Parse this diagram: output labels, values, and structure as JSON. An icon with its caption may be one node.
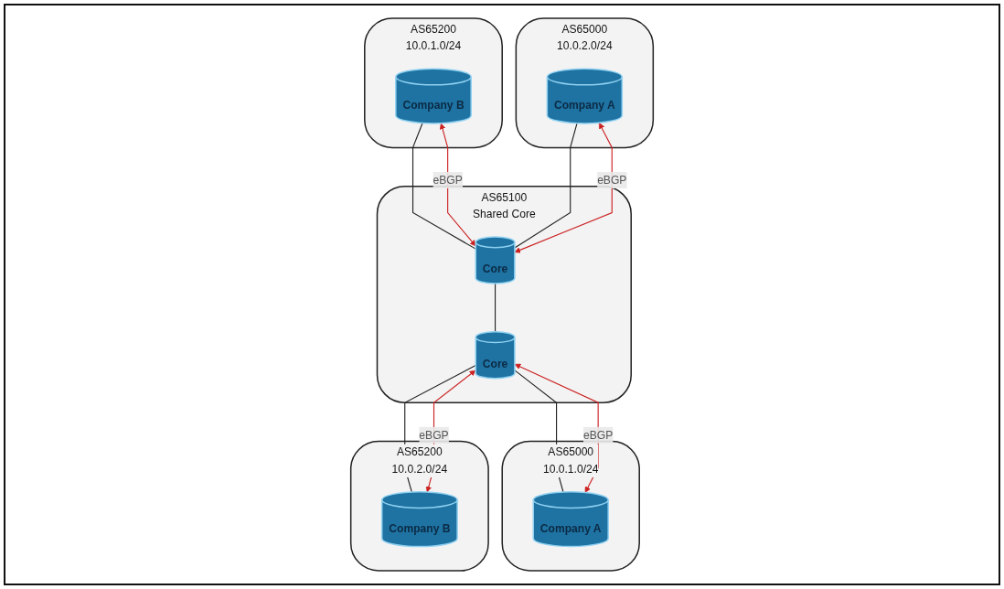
{
  "diagram": {
    "nodes": [
      {
        "text": [
          "AS65200",
          "10.0.1.0/24"
        ]
      },
      {
        "text": [
          "Company B"
        ],
        "in": 0
      },
      {
        "text": [
          "AS65000",
          "10.0.1.0/24"
        ]
      },
      {
        "text": [
          "Company A"
        ],
        "in": 2
      },
      {
        "text": [
          "AS65100",
          "Shared Core"
        ]
      },
      {
        "text": [
          "Core"
        ],
        "in": 4
      },
      {
        "text": [
          "Core"
        ],
        "in": 4
      },
      {
        "text": [
          "AS65000",
          "10.0.2.0/24"
        ]
      },
      {
        "text": [
          "Company A"
        ],
        "in": 7
      },
      {
        "text": [
          "AS65200",
          "10.0.2.0/24"
        ]
      },
      {
        "text": [
          "Company B"
        ],
        "in": 9
      }
    ],
    "edges": [
      {
        "from": 1,
        "to": 5,
        "arrow": "none"
      },
      {
        "from": 1,
        "to": 5,
        "arrow": "both",
        "label": "eBGP",
        "color": "#cc2222"
      },
      {
        "from": 8,
        "to": 5,
        "arrow": "none"
      },
      {
        "from": 8,
        "to": 5,
        "arrow": "both",
        "label": "eBGP",
        "color": "#cc2222"
      },
      {
        "from": 5,
        "to": 6,
        "arrow": "none"
      },
      {
        "from": 6,
        "to": 3,
        "arrow": "none"
      },
      {
        "from": 6,
        "to": 3,
        "arrow": "both",
        "label": "eBGP",
        "color": "#cc2222"
      },
      {
        "from": 6,
        "to": 10,
        "arrow": "none"
      },
      {
        "from": 6,
        "to": 10,
        "arrow": "both",
        "label": "eBGP",
        "color": "#cc2222"
      }
    ]
  }
}
